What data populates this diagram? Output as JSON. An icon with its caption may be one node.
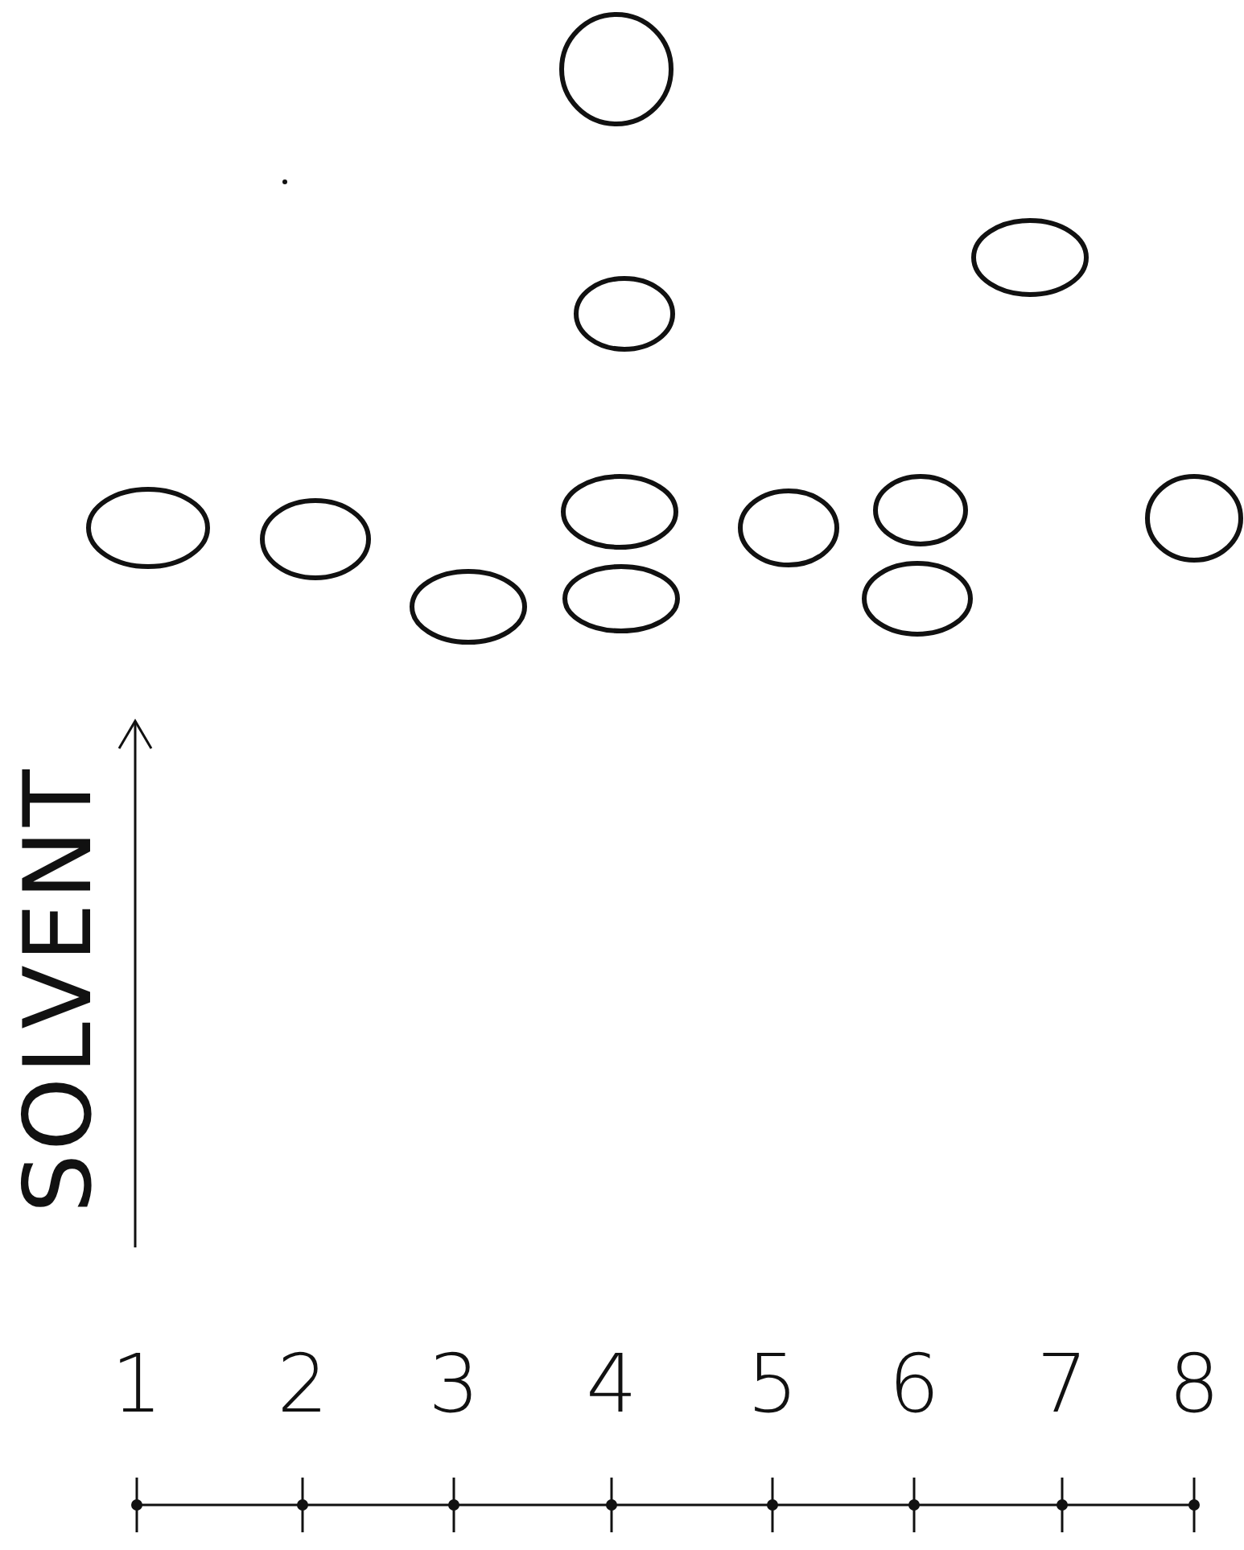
{
  "diagram": {
    "labels": [
      "SOLVENT",
      "1",
      "2",
      "3",
      "4",
      "5",
      "6",
      "7",
      "8"
    ]
  }
}
